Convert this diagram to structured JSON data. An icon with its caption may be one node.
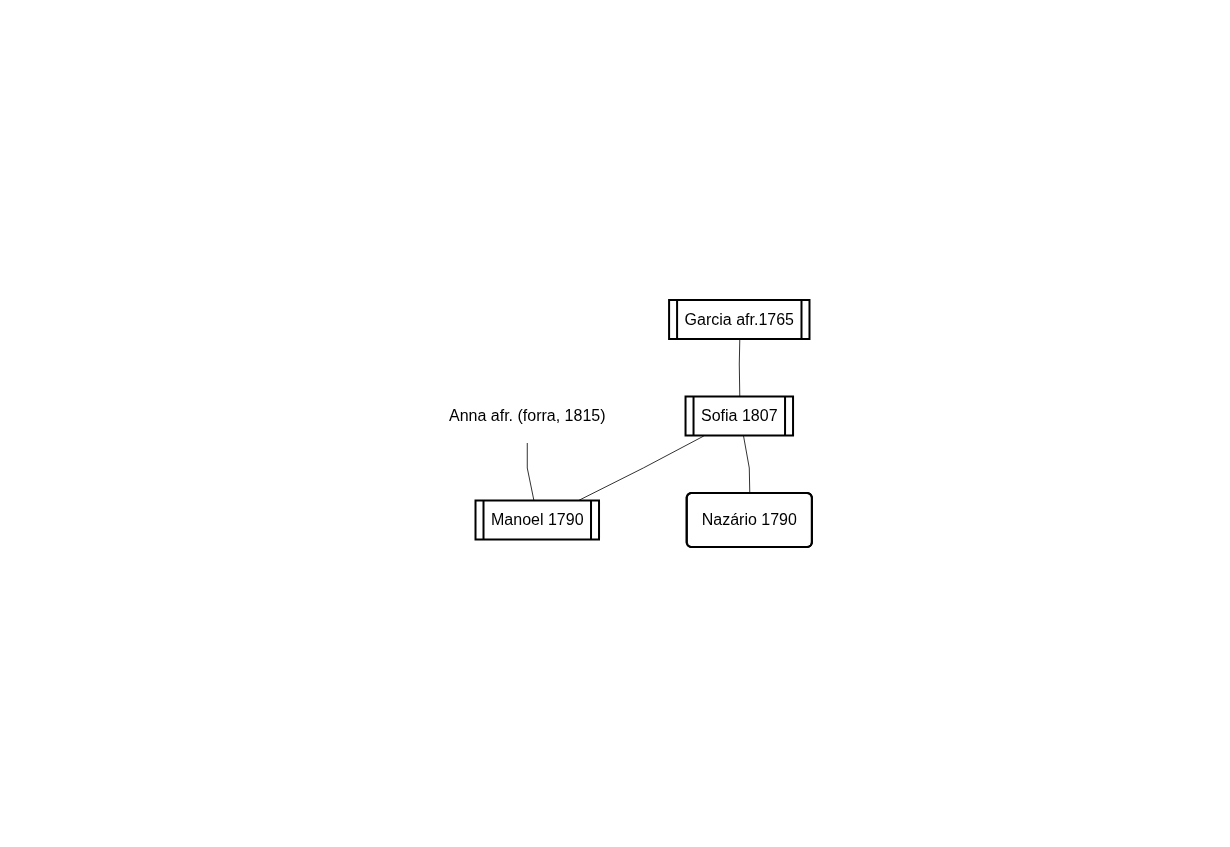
{
  "diagram": {
    "nodes": [
      {
        "text": [
          "Garcia afr.1765"
        ]
      },
      {
        "text": [
          "Anna afr. (forra, 1815)"
        ]
      },
      {
        "text": [
          "Sofia 1807"
        ]
      },
      {
        "text": [
          "Manoel 1790"
        ]
      },
      {
        "text": [
          "Nazário 1790"
        ]
      }
    ],
    "edges": [
      {
        "from": 0,
        "to": 2,
        "arrow": "none"
      },
      {
        "from": 1,
        "to": 3,
        "arrow": "none"
      },
      {
        "from": 2,
        "to": 3,
        "arrow": "none"
      },
      {
        "from": 2,
        "to": 4,
        "arrow": "none"
      }
    ]
  }
}
